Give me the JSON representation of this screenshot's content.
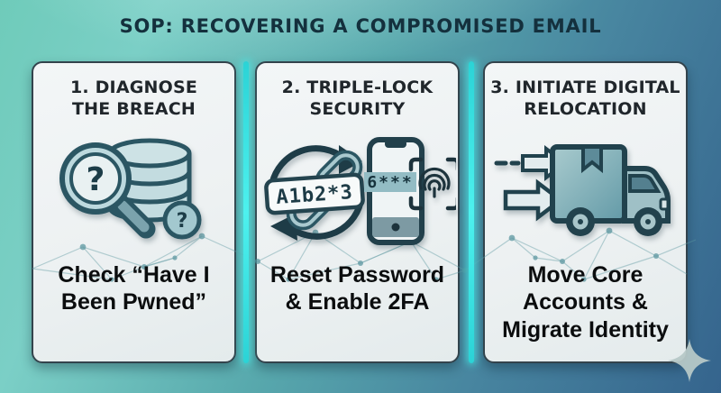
{
  "title": "SOP: RECOVERING A COMPROMISED EMAIL",
  "cards": [
    {
      "heading": "1. DIAGNOSE\nTHE BREACH",
      "body": "Check “Have I\nBeen Pwned”",
      "icon": "breach-search-icon"
    },
    {
      "heading": "2. TRIPLE-LOCK\nSECURITY",
      "body": "Reset Password\n& Enable 2FA",
      "icon": "password-reset-2fa-icon"
    },
    {
      "heading": "3. INITIATE DIGITAL\nRELOCATION",
      "body": "Move Core\nAccounts &\nMigrate Identity",
      "icon": "moving-truck-icon"
    }
  ],
  "icons": {
    "magnifier_question": "?",
    "db_question": "?",
    "password_sample": "A1b2*3",
    "otp_code": "6***"
  },
  "colors": {
    "background_teal": "#6fcbba",
    "background_blue": "#35648d",
    "divider_cyan": "#3ce6e4",
    "card_bg": "#eef2f3",
    "card_border": "#33434c",
    "title_text": "#14303d",
    "icon_outline": "#2b5663",
    "icon_fill": "#bcd8dc"
  }
}
